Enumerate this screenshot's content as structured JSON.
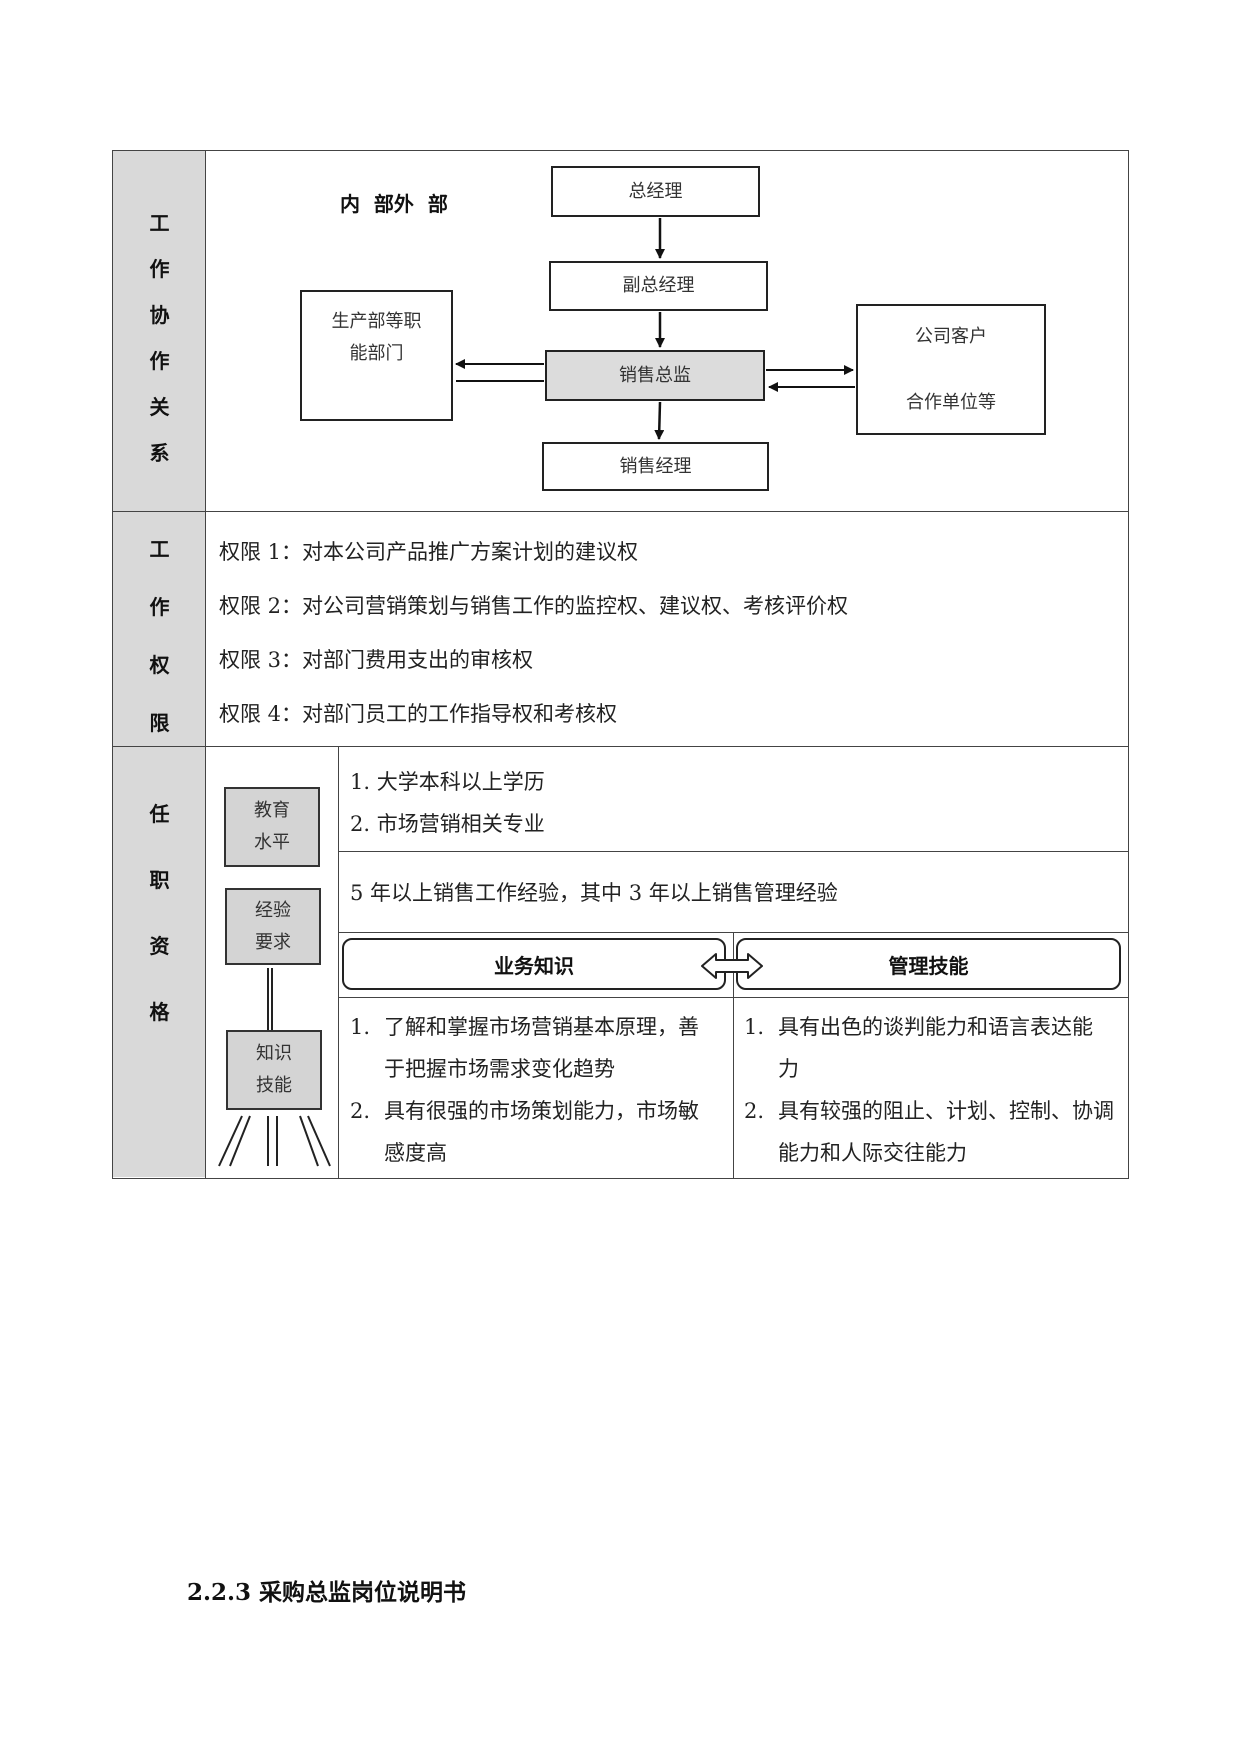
{
  "section_collab": {
    "label_chars": [
      "工",
      "作",
      "协",
      "作",
      "关",
      "系"
    ],
    "legend": "内  部外  部",
    "boxes": {
      "gm": "总经理",
      "vgm": "副总经理",
      "director": "销售总监",
      "manager": "销售经理",
      "production_line1": "生产部等职",
      "production_line2": "能部门",
      "client_line1": "公司客户",
      "client_line2": "合作单位等"
    }
  },
  "section_authority": {
    "label_chars": [
      "工",
      "作",
      "权",
      "限"
    ],
    "items": [
      "权限 1：对本公司产品推广方案计划的建议权",
      "权限 2：对公司营销策划与销售工作的监控权、建议权、考核评价权",
      "权限 3：对部门费用支出的审核权",
      "权限 4：对部门员工的工作指导权和考核权"
    ]
  },
  "section_qualification": {
    "label_chars": [
      "任",
      "职",
      "资",
      "格"
    ],
    "easel": {
      "education_line1": "教育",
      "education_line2": "水平",
      "experience_line1": "经验",
      "experience_line2": "要求",
      "skills_line1": "知识",
      "skills_line2": "技能"
    },
    "education": [
      "1.  大学本科以上学历",
      "2.  市场营销相关专业"
    ],
    "experience": "5 年以上销售工作经验，其中 3 年以上销售管理经验",
    "business_knowledge": {
      "title": "业务知识",
      "items": [
        {
          "num": "1.",
          "line1": "了解和掌握市场营销基本原理，善",
          "line2": "于把握市场需求变化趋势"
        },
        {
          "num": "2.",
          "line1": "具有很强的市场策划能力，市场敏",
          "line2": "感度高"
        }
      ]
    },
    "management_skills": {
      "title": "管理技能",
      "items": [
        {
          "num": "1.",
          "line1": "具有出色的谈判能力和语言表达能",
          "line2": "力"
        },
        {
          "num": "2.",
          "line1": "具有较强的阻止、计划、控制、协调",
          "line2": "能力和人际交往能力"
        }
      ]
    }
  },
  "footer_heading": "2.2.3 采购总监岗位说明书"
}
